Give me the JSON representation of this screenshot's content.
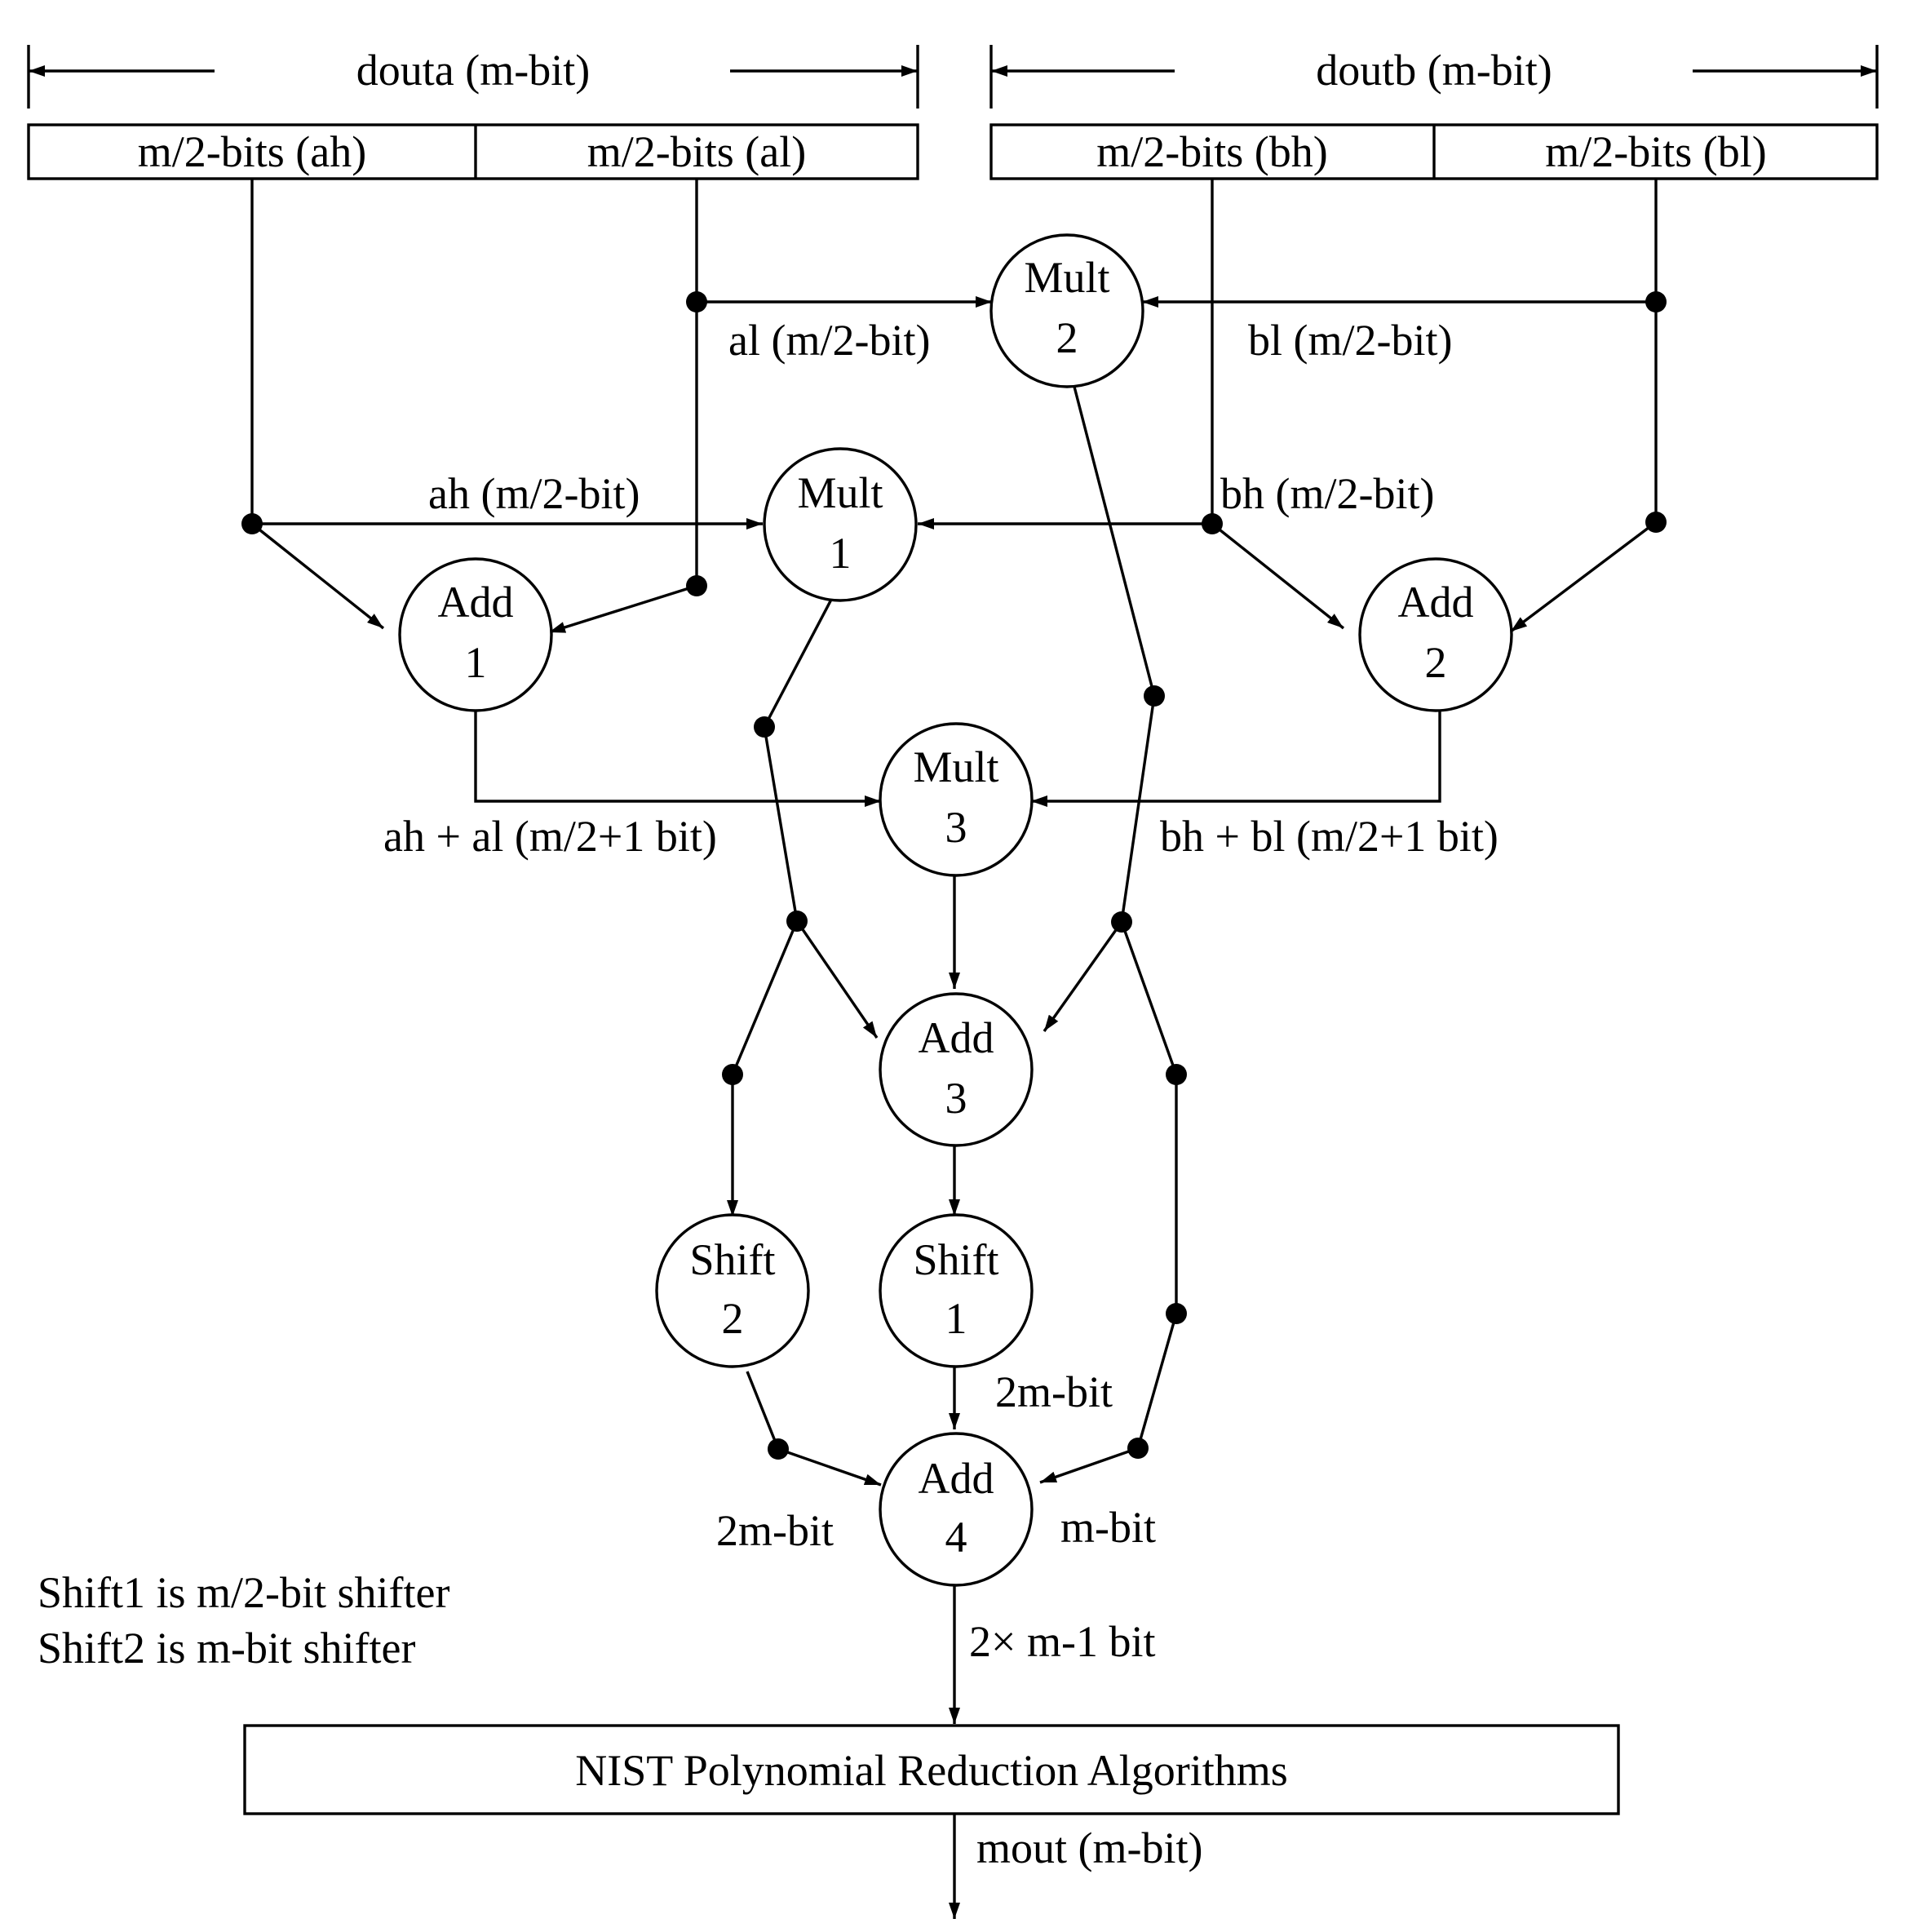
{
  "input_a": {
    "bus_label": "douta (m-bit)",
    "high_label": "m/2-bits (ah)",
    "low_label": "m/2-bits (al)"
  },
  "input_b": {
    "bus_label": "doutb (m-bit)",
    "high_label": "m/2-bits (bh)",
    "low_label": "m/2-bits (bl)"
  },
  "nodes": {
    "mult1": {
      "line1": "Mult",
      "line2": "1"
    },
    "mult2": {
      "line1": "Mult",
      "line2": "2"
    },
    "mult3": {
      "line1": "Mult",
      "line2": "3"
    },
    "add1": {
      "line1": "Add",
      "line2": "1"
    },
    "add2": {
      "line1": "Add",
      "line2": "2"
    },
    "add3": {
      "line1": "Add",
      "line2": "3"
    },
    "add4": {
      "line1": "Add",
      "line2": "4"
    },
    "shift1": {
      "line1": "Shift",
      "line2": "1"
    },
    "shift2": {
      "line1": "Shift",
      "line2": "2"
    }
  },
  "signals": {
    "al": "al (m/2-bit)",
    "bl": "bl (m/2-bit)",
    "ah": "ah (m/2-bit)",
    "bh": "bh (m/2-bit)",
    "ah_plus_al": "ah + al (m/2+1 bit)",
    "bh_plus_bl": "bh + bl (m/2+1 bit)",
    "shift1_out": "2m-bit",
    "shift2_out": "2m-bit",
    "right_in": "m-bit",
    "add4_out": "2× m-1 bit",
    "mout": "mout (m-bit)"
  },
  "reduction_block": "NIST Polynomial Reduction Algorithms",
  "notes": [
    "Shift1 is m/2-bit shifter",
    "Shift2 is m-bit shifter"
  ]
}
